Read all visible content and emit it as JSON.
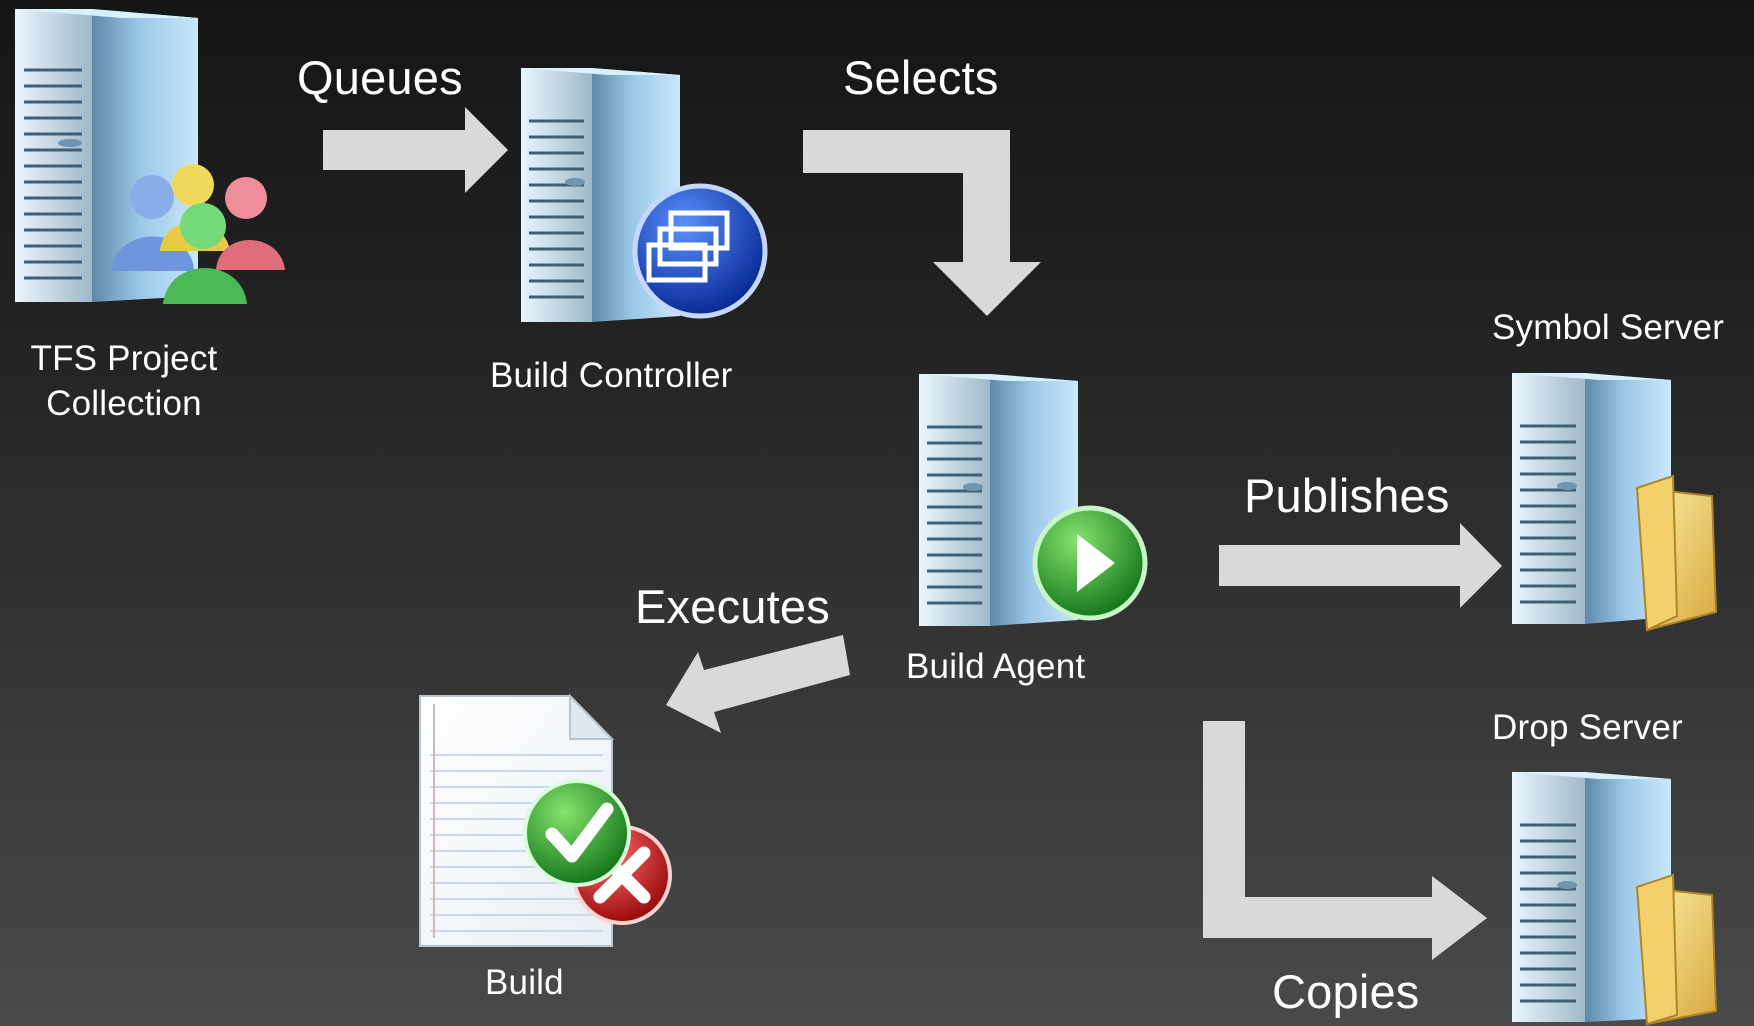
{
  "diagram": {
    "nodes": {
      "tfs": {
        "label": "TFS  Project\nCollection",
        "icon": "server-users-icon"
      },
      "controller": {
        "label": "Build Controller",
        "icon": "server-windows-icon"
      },
      "agent": {
        "label": "Build Agent",
        "icon": "server-play-icon"
      },
      "symbol": {
        "label": "Symbol Server",
        "icon": "server-folder-icon"
      },
      "drop": {
        "label": "Drop Server",
        "icon": "server-folder-icon"
      },
      "build": {
        "label": "Build",
        "icon": "document-check-cross-icon"
      }
    },
    "actions": {
      "queues": "Queues",
      "selects": "Selects",
      "publishes": "Publishes",
      "executes": "Executes",
      "copies": "Copies"
    },
    "colors": {
      "arrow": "#d9d9d9",
      "server": "#9cc8e6",
      "accent_blue": "#1d4fb0",
      "accent_green": "#35a83a",
      "accent_red": "#b51d1d",
      "folder": "#f2d279"
    }
  }
}
